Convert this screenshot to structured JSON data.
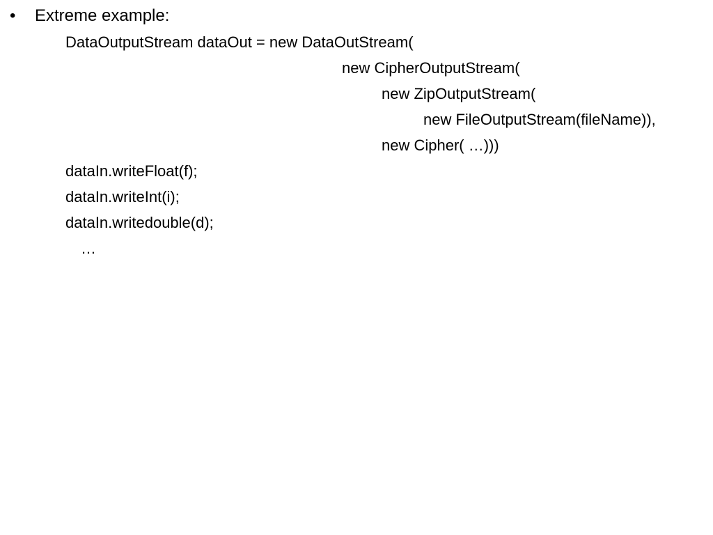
{
  "bullet": {
    "marker": "•",
    "heading": "Extreme example:"
  },
  "code_lines": [
    "DataOutputStream dataOut = new DataOutStream(",
    "new CipherOutputStream(",
    "new ZipOutputStream(",
    "new FileOutputStream(fileName)),",
    "new Cipher( …)))",
    "dataIn.writeFloat(f);",
    "dataIn.writeInt(i);",
    "dataIn.writedouble(d);",
    "…"
  ]
}
